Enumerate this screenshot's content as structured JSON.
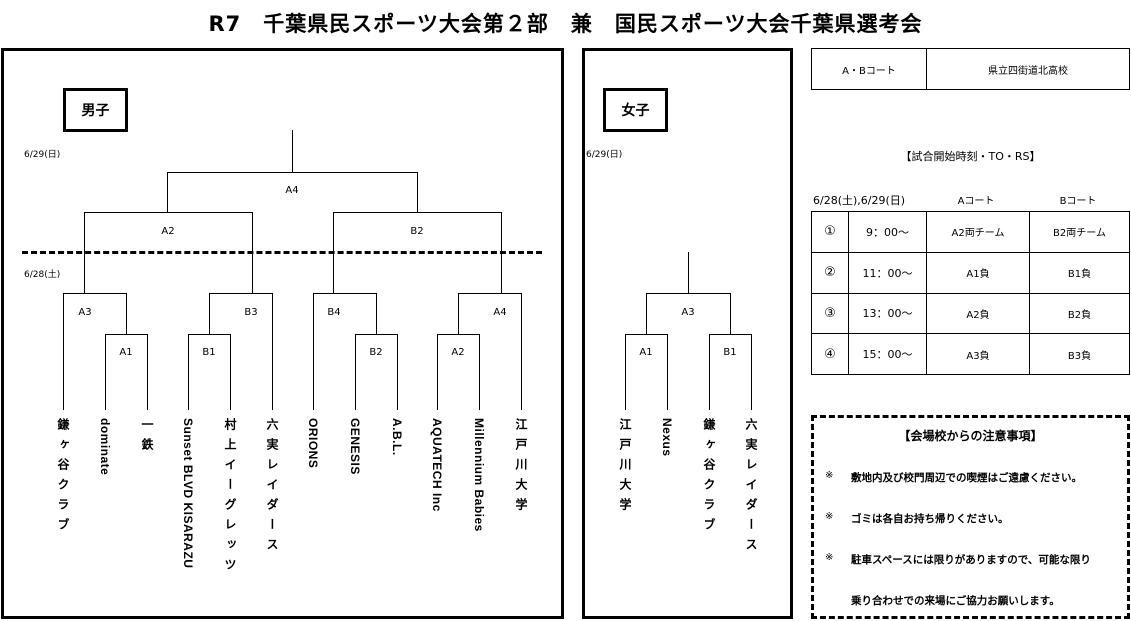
{
  "title": "R7　千葉県民スポーツ大会第２部　兼　国民スポーツ大会千葉県選考会",
  "men": {
    "label": "男子",
    "date_top": "6/29(日)",
    "date_bottom": "6/28(土)",
    "nodes": {
      "A4": "A4",
      "A2": "A2",
      "B2": "B2",
      "A3": "A3",
      "A1": "A1",
      "B1": "B1",
      "B3": "B3",
      "B4": "B4",
      "B2b": "B2",
      "A2b": "A2",
      "A4b": "A4"
    },
    "teams": [
      "鎌ヶ谷クラブ",
      "dominate",
      "一鉄",
      "Sunset BLVD KISARAZU",
      "村上イーグレッツ",
      "六実レイダース",
      "ORIONS",
      "GENESIS",
      "A.B.L.",
      "AQUATECH Inc",
      "Millennium Babies",
      "江戸川大学"
    ]
  },
  "women": {
    "label": "女子",
    "date_top": "6/29(日)",
    "nodes": {
      "A3": "A3",
      "A1": "A1",
      "B1": "B1"
    },
    "teams": [
      "江戸川大学",
      "Nexus",
      "鎌ヶ谷クラブ",
      "六実レイダース"
    ]
  },
  "venue": {
    "court": "A・Bコート",
    "school": "県立四街道北高校"
  },
  "schedule": {
    "heading": "【試合開始時刻・TO・RS】",
    "dates": "6/28(土),6/29(日)",
    "col_a": "Aコート",
    "col_b": "Bコート",
    "rows": [
      {
        "num": "①",
        "time": "9：00～",
        "a": "A2両チーム",
        "b": "B2両チーム"
      },
      {
        "num": "②",
        "time": "11：00～",
        "a": "A1負",
        "b": "B1負"
      },
      {
        "num": "③",
        "time": "13：00～",
        "a": "A2負",
        "b": "B2負"
      },
      {
        "num": "④",
        "time": "15：00～",
        "a": "A3負",
        "b": "B3負"
      }
    ]
  },
  "notes": {
    "heading": "【会場校からの注意事項】",
    "items": [
      {
        "mark": "※",
        "text": "敷地内及び校門周辺での喫煙はご遠慮ください。"
      },
      {
        "mark": "※",
        "text": "ゴミは各自お持ち帰りください。"
      },
      {
        "mark": "※",
        "text": "駐車スペースには限りがありますので、可能な限り"
      },
      {
        "mark": "",
        "text": "乗り合わせでの来場にご協力お願いします。"
      }
    ]
  }
}
